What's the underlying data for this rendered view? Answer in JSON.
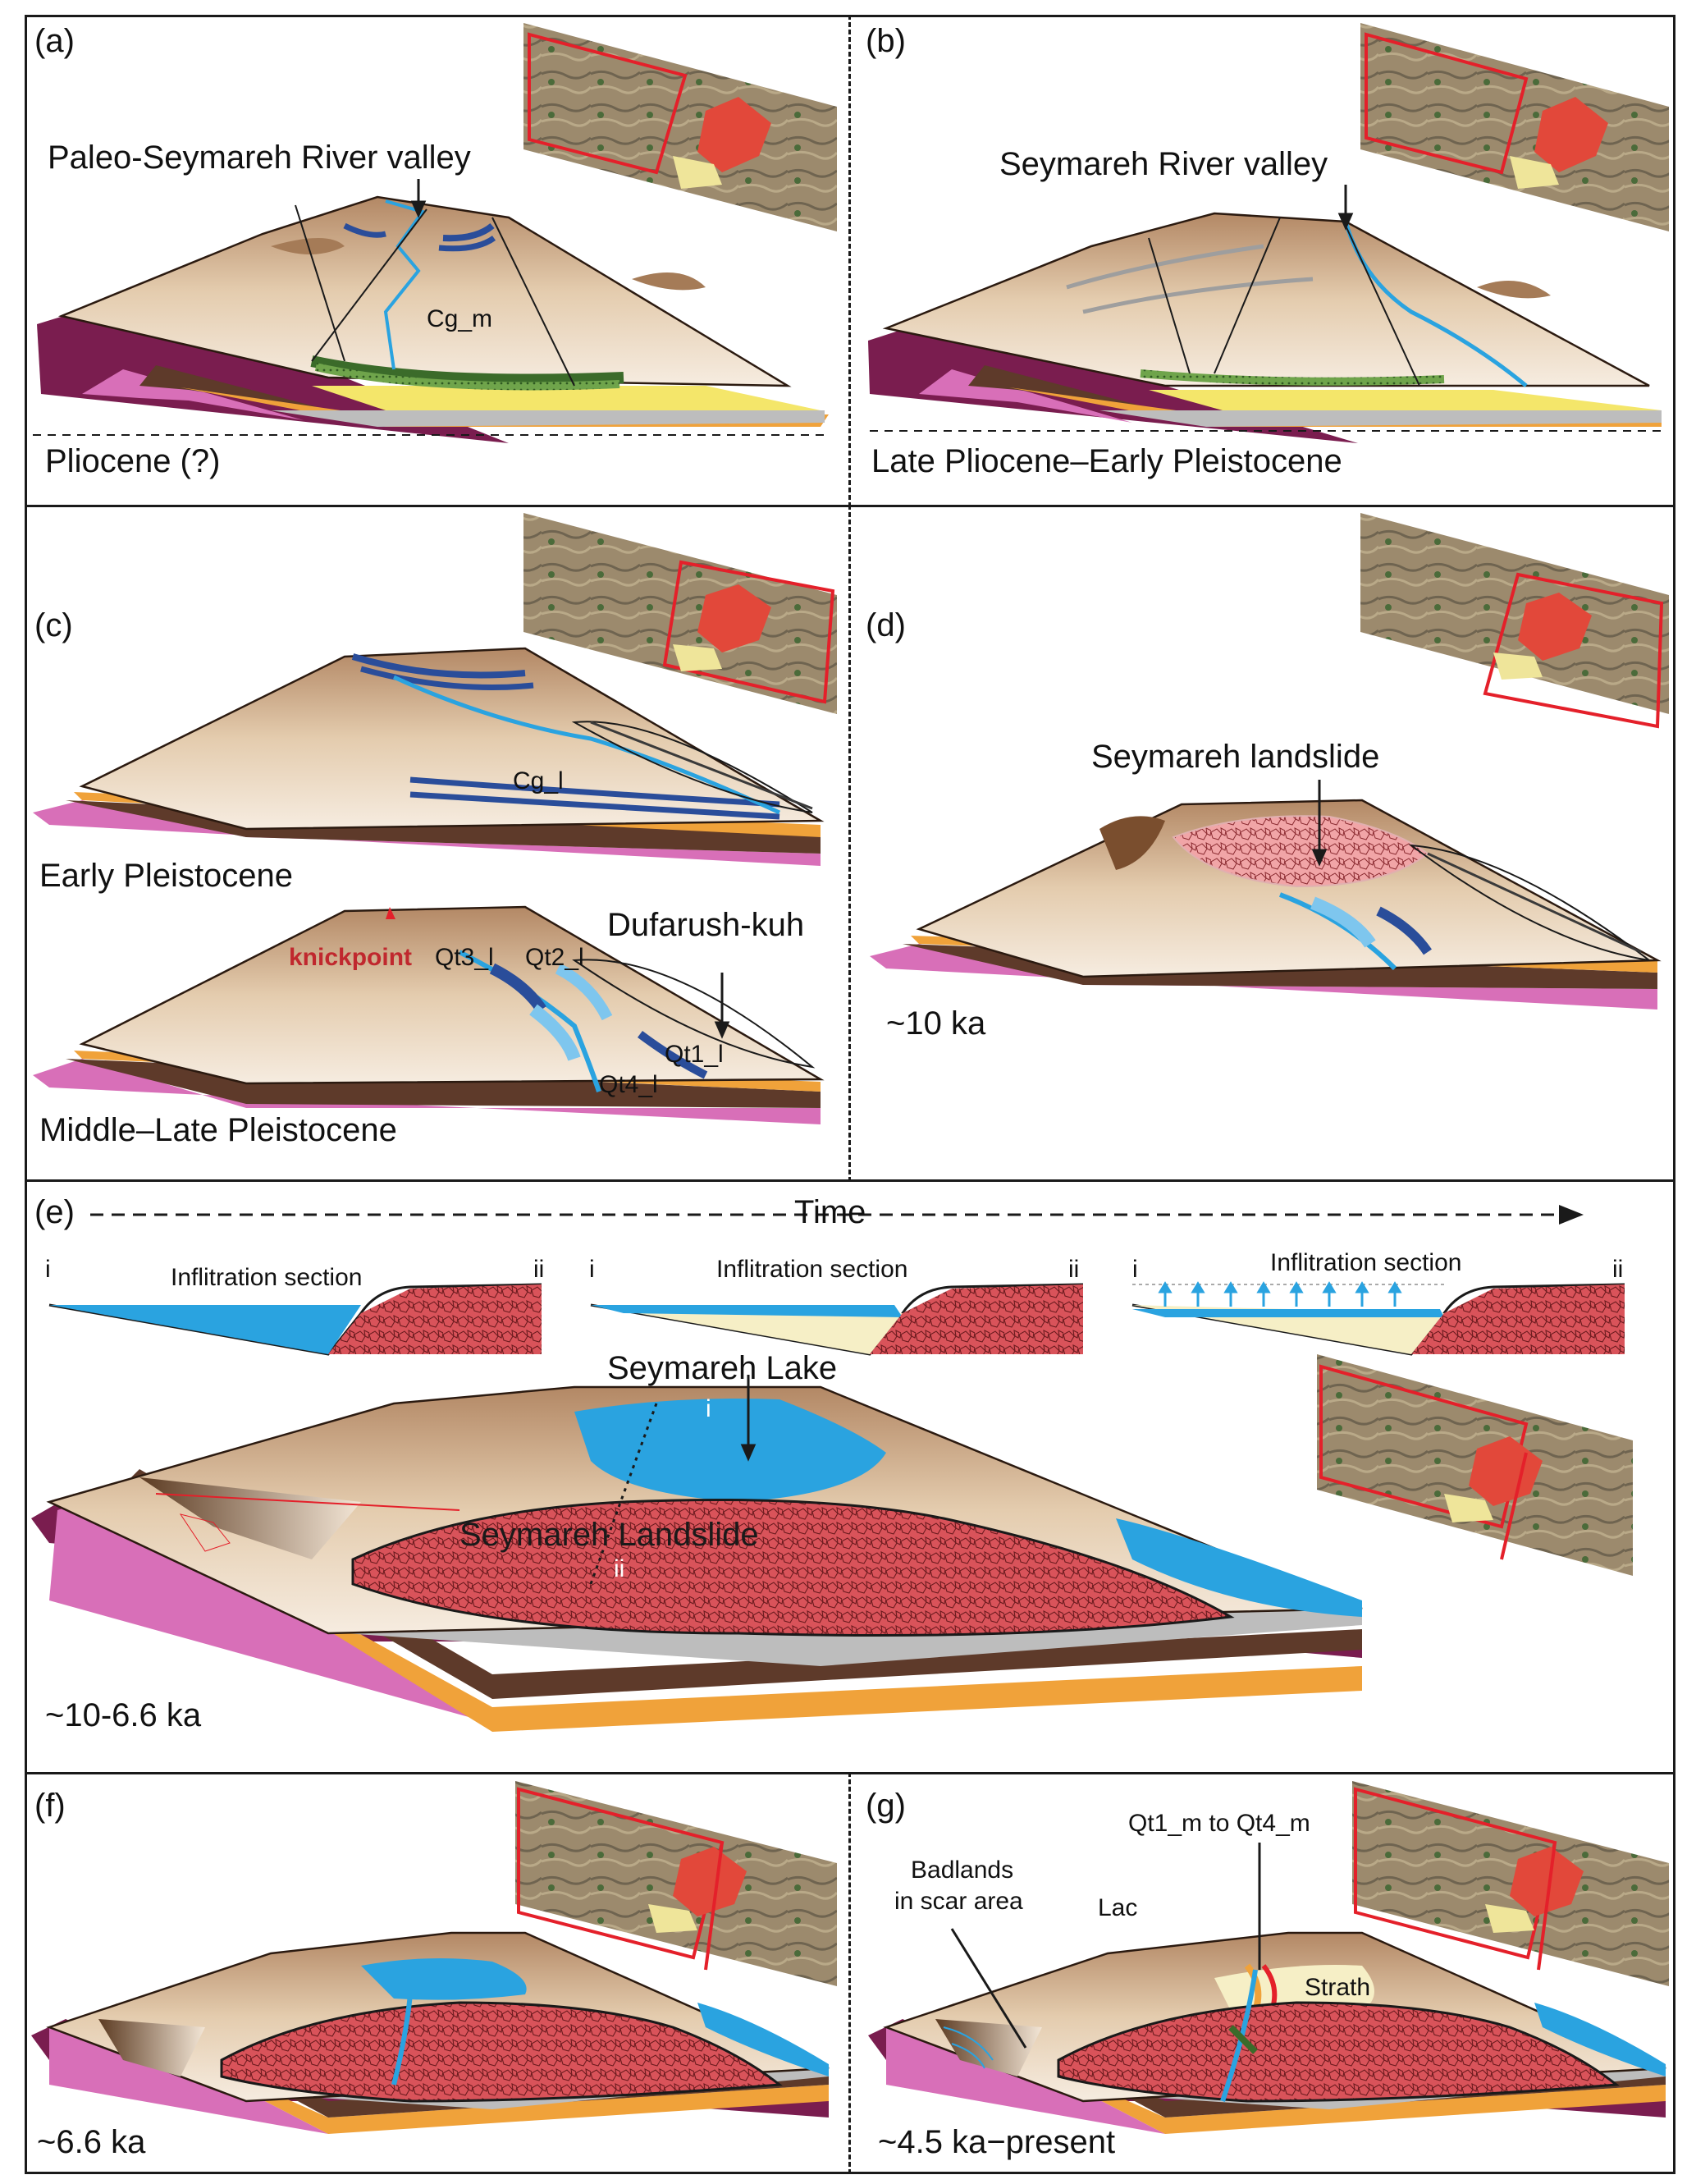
{
  "panels": {
    "a": {
      "label": "(a)",
      "caption": "Pliocene (?)",
      "title": "Paleo-Seymareh River valley",
      "unit": "Cg_m"
    },
    "b": {
      "label": "(b)",
      "caption": "Late Pliocene–Early Pleistocene",
      "title": "Seymareh River valley"
    },
    "c": {
      "label": "(c)",
      "caption_top": "Early Pleistocene",
      "caption_bottom": "Middle–Late Pleistocene",
      "unit": "Cg_l",
      "knickpoint": "knickpoint",
      "qt3": "Qt3_l",
      "qt2": "Qt2_l",
      "qt1": "Qt1_l",
      "qt4": "Qt4_l",
      "ridge": "Dufarush-kuh"
    },
    "d": {
      "label": "(d)",
      "caption": "~10 ka",
      "title": "Seymareh landslide"
    },
    "e": {
      "label": "(e)",
      "caption": "~10-6.6 ka",
      "time": "Time",
      "infiltration": "Inflitration section",
      "end_i": "i",
      "end_ii": "ii",
      "lake": "Seymareh Lake",
      "landslide": "Seymareh Landslide"
    },
    "f": {
      "label": "(f)",
      "caption": "~6.6 ka"
    },
    "g": {
      "label": "(g)",
      "caption": "~4.5 ka−present",
      "badlands_1": "Badlands",
      "badlands_2": "in scar area",
      "terraces": "Qt1_m to Qt4_m",
      "lac": "Lac",
      "strath": "Strath"
    }
  },
  "colors": {
    "water": "#2aa3e0",
    "landslide": "#d9535a",
    "surface": "#e6d3b8",
    "ridge": "#a57b57",
    "yellow": "#f4e66a",
    "orange": "#f0a23a",
    "gray": "#bdbdbd",
    "magenta": "#d86fb8",
    "deep": "#7a1d4f",
    "green": "#4f8f3a",
    "frame": "#e4202a"
  }
}
